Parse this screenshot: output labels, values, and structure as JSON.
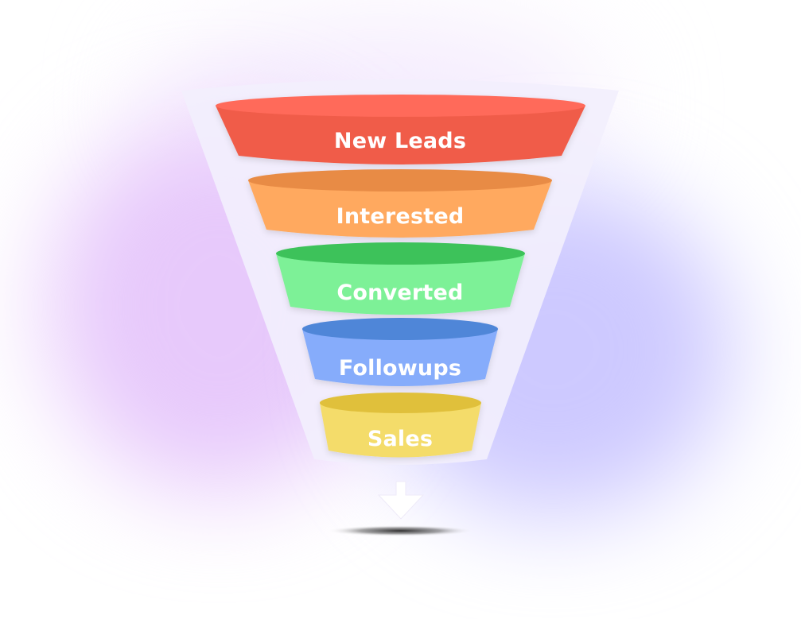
{
  "funnel": {
    "stages": [
      {
        "label": "New Leads",
        "top_color": "#ff6b5a",
        "body_color": "#f05c4a"
      },
      {
        "label": "Interested",
        "top_color": "#e88b45",
        "body_color": "#ffa95f"
      },
      {
        "label": "Converted",
        "top_color": "#3cc25a",
        "body_color": "#7df197"
      },
      {
        "label": "Followups",
        "top_color": "#4f86d8",
        "body_color": "#86acfb"
      },
      {
        "label": "Sales",
        "top_color": "#e0c03a",
        "body_color": "#f4dc6b"
      }
    ],
    "shell_color": "#f2effd",
    "arrow_color": "#ffffff",
    "background_glow_colors": [
      "#e7c9fb",
      "#cdc9ff"
    ]
  }
}
